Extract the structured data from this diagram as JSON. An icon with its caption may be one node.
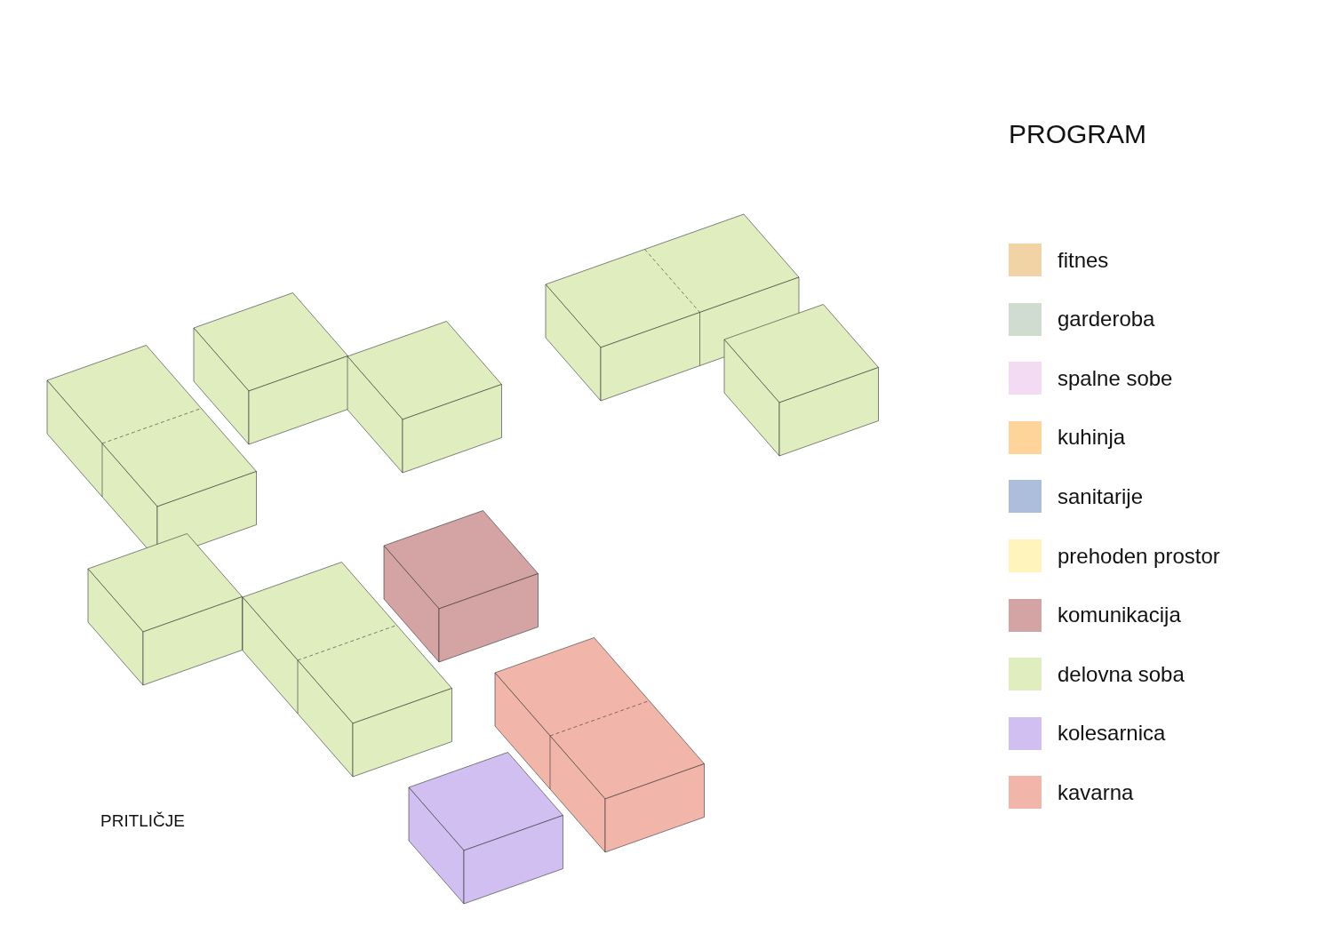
{
  "diagram": {
    "title": "PROGRAM",
    "labels": [
      "PRITLIČJE"
    ],
    "legend": [
      {
        "text": "fitnes",
        "color": "#f2d3a6"
      },
      {
        "text": "garderoba",
        "color": "#d0dcd0"
      },
      {
        "text": "spalne sobe",
        "color": "#f3dcf3"
      },
      {
        "text": "kuhinja",
        "color": "#fed49a"
      },
      {
        "text": "sanitarije",
        "color": "#adbddc"
      },
      {
        "text": "prehoden prostor",
        "color": "#fff4bc"
      },
      {
        "text": "komunikacija",
        "color": "#d4a3a3"
      },
      {
        "text": "delovna soba",
        "color": "#e0edbf"
      },
      {
        "text": "kolesarnica",
        "color": "#d0bff0"
      },
      {
        "text": "kavarna",
        "color": "#f2b5aa"
      }
    ]
  }
}
